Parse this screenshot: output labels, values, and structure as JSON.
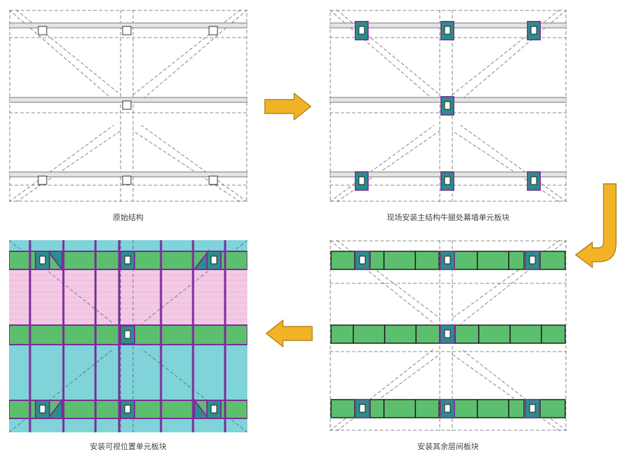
{
  "steps": [
    {
      "caption": "原始结构"
    },
    {
      "caption": "现场安装主结构牛腿处幕墙单元板块"
    },
    {
      "caption": "安装其余层间板块"
    },
    {
      "caption": "安装可视位置单元板块"
    }
  ],
  "colors": {
    "line": "#555555",
    "panel_green": "#5cbf6e",
    "panel_outline": "#222222",
    "bracket_fill": "#2a8f8a",
    "bracket_border": "#7a3d9a",
    "mullion_purple": "#7c2c9a",
    "glass_pink": "#f3c9e6",
    "glass_cyan": "#7fd3d9",
    "arrow_fill": "#f2b327",
    "arrow_stroke": "#a8780f"
  }
}
